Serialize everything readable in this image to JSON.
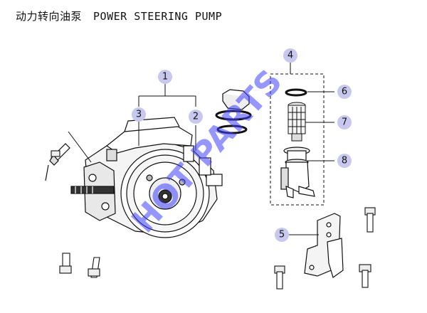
{
  "title": {
    "cn": "动力转向油泵",
    "en": "POWER STEERING PUMP"
  },
  "callouts": [
    "1",
    "2",
    "3",
    "4",
    "5",
    "6",
    "7",
    "8"
  ],
  "watermark": "HOT PARTS",
  "colors": {
    "callout_fill": "#c8c8ee",
    "watermark": "#3f3fff",
    "line": "#111111"
  }
}
